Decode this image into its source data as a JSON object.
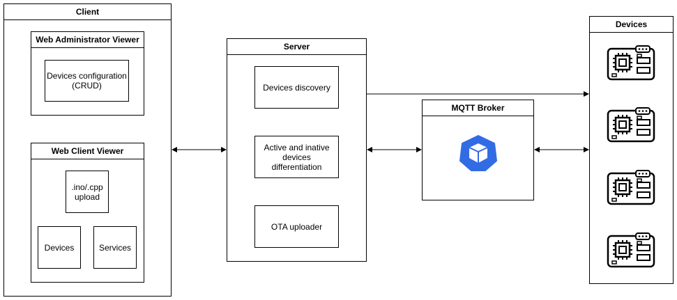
{
  "client": {
    "title": "Client",
    "admin_viewer": {
      "title": "Web Administrator Viewer",
      "devices_config": "Devices configuration\n(CRUD)"
    },
    "client_viewer": {
      "title": "Web Client Viewer",
      "upload": ".ino/.cpp\nupload",
      "devices": "Devices",
      "services": "Services"
    }
  },
  "server": {
    "title": "Server",
    "discovery": "Devices discovery",
    "differentiation": "Active and inative\ndevices differentiation",
    "ota": "OTA uploader"
  },
  "broker": {
    "title": "MQTT Broker",
    "icon": "kubernetes-cube-icon",
    "icon_color": "#326CE5"
  },
  "devices": {
    "title": "Devices",
    "icon": "microcontroller-board-icon",
    "count": 4
  }
}
